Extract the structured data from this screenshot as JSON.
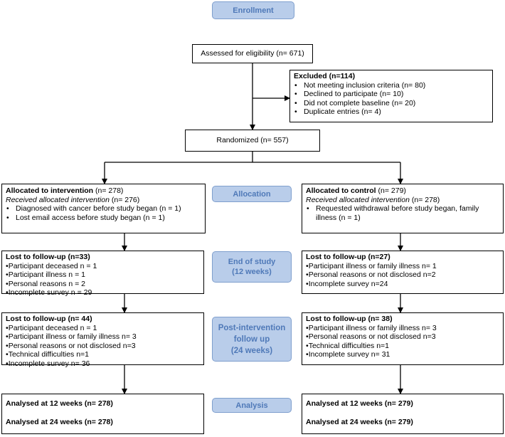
{
  "stages": {
    "enrollment": "Enrollment",
    "allocation": "Allocation",
    "end_of_study": [
      "End of study",
      "(12 weeks)"
    ],
    "post_intervention": [
      "Post-intervention",
      "follow up",
      "(24 weeks)"
    ],
    "analysis": "Analysis"
  },
  "assessed": "Assessed for eligibility (n= 671)",
  "excluded": {
    "title": "Excluded  (n=114)",
    "items": [
      "Not meeting inclusion criteria (n= 80)",
      "Declined to participate (n= 10)",
      "Did not complete baseline (n= 20)",
      "Duplicate entries (n= 4)"
    ]
  },
  "randomized": "Randomized (n= 557)",
  "intervention": {
    "allocated_label": "Allocated to intervention",
    "allocated_n": " (n= 278)",
    "received_label": "Received allocated intervention",
    "received_n": " (n= 276)",
    "items": [
      "Diagnosed with cancer before study began (n = 1)",
      "Lost email access before study began (n = 1)"
    ],
    "lost12": {
      "title": "Lost to follow-up (n=33)",
      "items": [
        "Participant deceased n = 1",
        "Participant illness n = 1",
        "Personal reasons n = 2",
        "Incomplete survey n = 29"
      ]
    },
    "lost24": {
      "title": "Lost to follow-up (n= 44)",
      "items": [
        "Participant deceased n = 1",
        "Participant illness or family illness n= 3",
        "Personal reasons or not disclosed n=3",
        "Technical difficulties n=1",
        "Incomplete survey n= 36"
      ]
    },
    "analysed12": "Analysed at 12 weeks  (n= 278)",
    "analysed24": "Analysed at 24 weeks  (n= 278)"
  },
  "control": {
    "allocated_label": "Allocated to control",
    "allocated_n": " (n= 279)",
    "received_label": "Received allocated intervention",
    "received_n": " (n= 278)",
    "items": [
      "Requested withdrawal before study began, family illness  (n = 1)"
    ],
    "lost12": {
      "title": "Lost to follow-up (n=27)",
      "items": [
        "Participant illness or family illness n= 1",
        "Personal reasons or not disclosed n=2",
        "Incomplete survey n=24"
      ]
    },
    "lost24": {
      "title": "Lost to follow-up (n= 38)",
      "items": [
        "Participant illness or family illness n= 3",
        "Personal reasons or not disclosed n=3",
        "Technical difficulties n=1",
        "Incomplete survey n= 31"
      ]
    },
    "analysed12": "Analysed at 12 weeks  (n= 279)",
    "analysed24": "Analysed at 24 weeks  (n= 279)"
  }
}
